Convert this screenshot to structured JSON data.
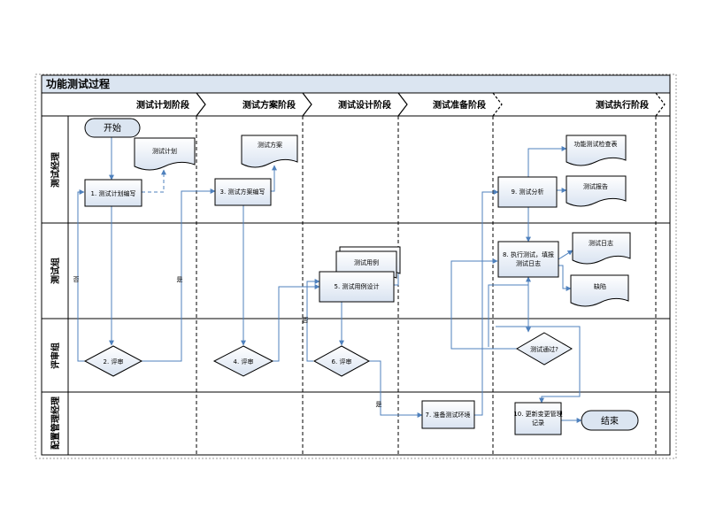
{
  "title": "功能测试过程",
  "phases": [
    "测试计划阶段",
    "测试方案阶段",
    "测试设计阶段",
    "测试准备阶段",
    "测试执行阶段"
  ],
  "lanes": [
    "测试经理",
    "测试组",
    "评审组",
    "配置管理经理"
  ],
  "nodes": {
    "start": "开始",
    "test_plan_doc": "测试计划",
    "p1": "1. 测试计划编写",
    "review2": "2. 评审",
    "test_scheme_doc": "测试方案",
    "p3": "3. 测试方案编写",
    "review4": "4. 评审",
    "test_case_doc": "测试用例",
    "p5": "5. 测试用例设计",
    "review6": "6. 评审",
    "p7": "7. 准备测试环境",
    "p8_line1": "8. 执行测试，填报",
    "p8_line2": "测试日志",
    "p9": "9. 测试分析",
    "p10_line1": "10. 更新变更管理",
    "p10_line2": "记录",
    "end": "结束",
    "checklist_doc": "功能测试检查表",
    "report_doc": "测试报告",
    "log_doc": "测试日志",
    "defect_doc": "缺陷",
    "decision": "测试通过?"
  },
  "edge_labels": {
    "no": "否",
    "yes": "是"
  }
}
